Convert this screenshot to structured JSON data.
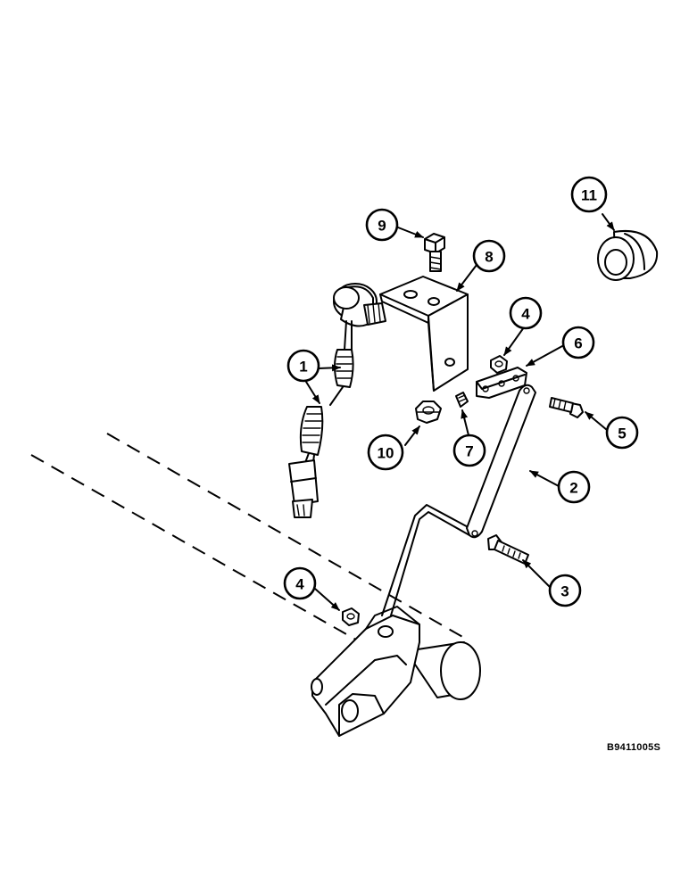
{
  "figure_id": "B9411005S",
  "callouts": [
    {
      "key": "c1",
      "label": "1"
    },
    {
      "key": "c2",
      "label": "2"
    },
    {
      "key": "c3",
      "label": "3"
    },
    {
      "key": "c4a",
      "label": "4"
    },
    {
      "key": "c4b",
      "label": "4"
    },
    {
      "key": "c5",
      "label": "5"
    },
    {
      "key": "c6",
      "label": "6"
    },
    {
      "key": "c7",
      "label": "7"
    },
    {
      "key": "c8",
      "label": "8"
    },
    {
      "key": "c9",
      "label": "9"
    },
    {
      "key": "c10",
      "label": "10"
    },
    {
      "key": "c11",
      "label": "11"
    }
  ]
}
